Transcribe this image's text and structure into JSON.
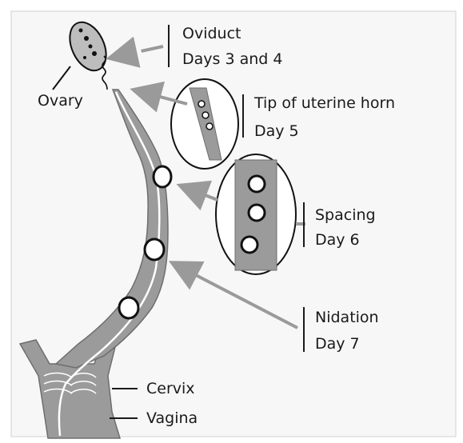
{
  "labels": {
    "ovary": "Ovary",
    "oviduct": "Oviduct",
    "days_3_4": "Days 3 and 4",
    "tip": "Tip of uterine horn",
    "day5": "Day 5",
    "spacing": "Spacing",
    "day6": "Day 6",
    "nidation": "Nidation",
    "day7": "Day 7",
    "cervix": "Cervix",
    "vagina": "Vagina"
  },
  "colors": {
    "tissue": "#9b9b9b",
    "tissue_dark": "#707070",
    "background": "#f7f7f7",
    "arrow": "#9a9a9a",
    "ink": "#1a1a1a"
  }
}
